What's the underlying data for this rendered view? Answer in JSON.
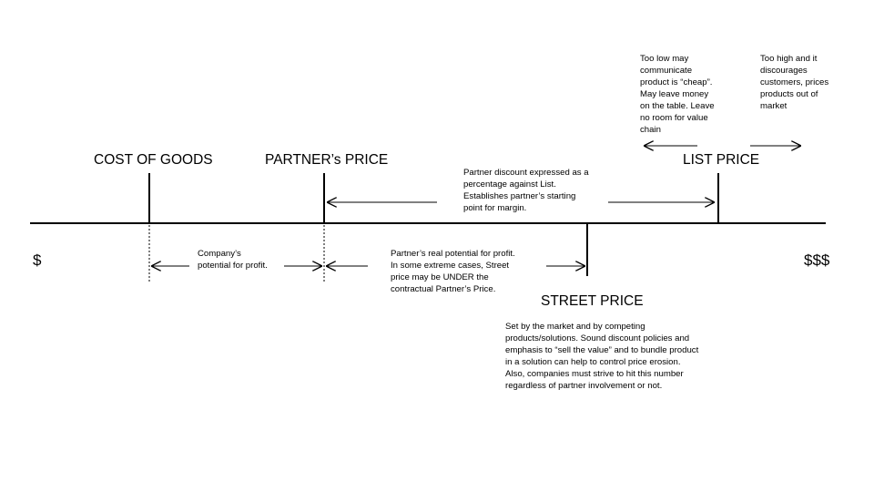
{
  "diagram": {
    "end_low": "$",
    "end_high": "$$$",
    "headings": {
      "cost_of_goods": "COST OF GOODS",
      "partner_price": "PARTNER’s PRICE",
      "list_price": "LIST PRICE",
      "street_price": "STREET PRICE"
    },
    "notes": {
      "too_low": [
        "Too low may",
        "communicate",
        "product is “cheap”.",
        "May leave money",
        "on the table. Leave",
        "no room for value",
        "chain"
      ],
      "too_high": [
        "Too high and it",
        "discourages",
        "customers, prices",
        "products out of",
        "market"
      ],
      "partner_discount": [
        "Partner discount expressed as a",
        "percentage against List.",
        "Establishes partner’s starting",
        "point for margin."
      ],
      "company_profit": [
        "Company’s",
        "potential for profit."
      ],
      "partner_profit": [
        "Partner’s real potential for profit.",
        "In some extreme cases, Street",
        "price may be UNDER the",
        "contractual Partner’s Price."
      ],
      "street_explained": [
        "Set by the market and by competing",
        "products/solutions. Sound discount policies and",
        "emphasis to “sell the value” and to bundle product",
        "in a solution can help to control price erosion.",
        "Also, companies must strive to hit this number",
        "regardless of partner involvement or not."
      ]
    }
  }
}
